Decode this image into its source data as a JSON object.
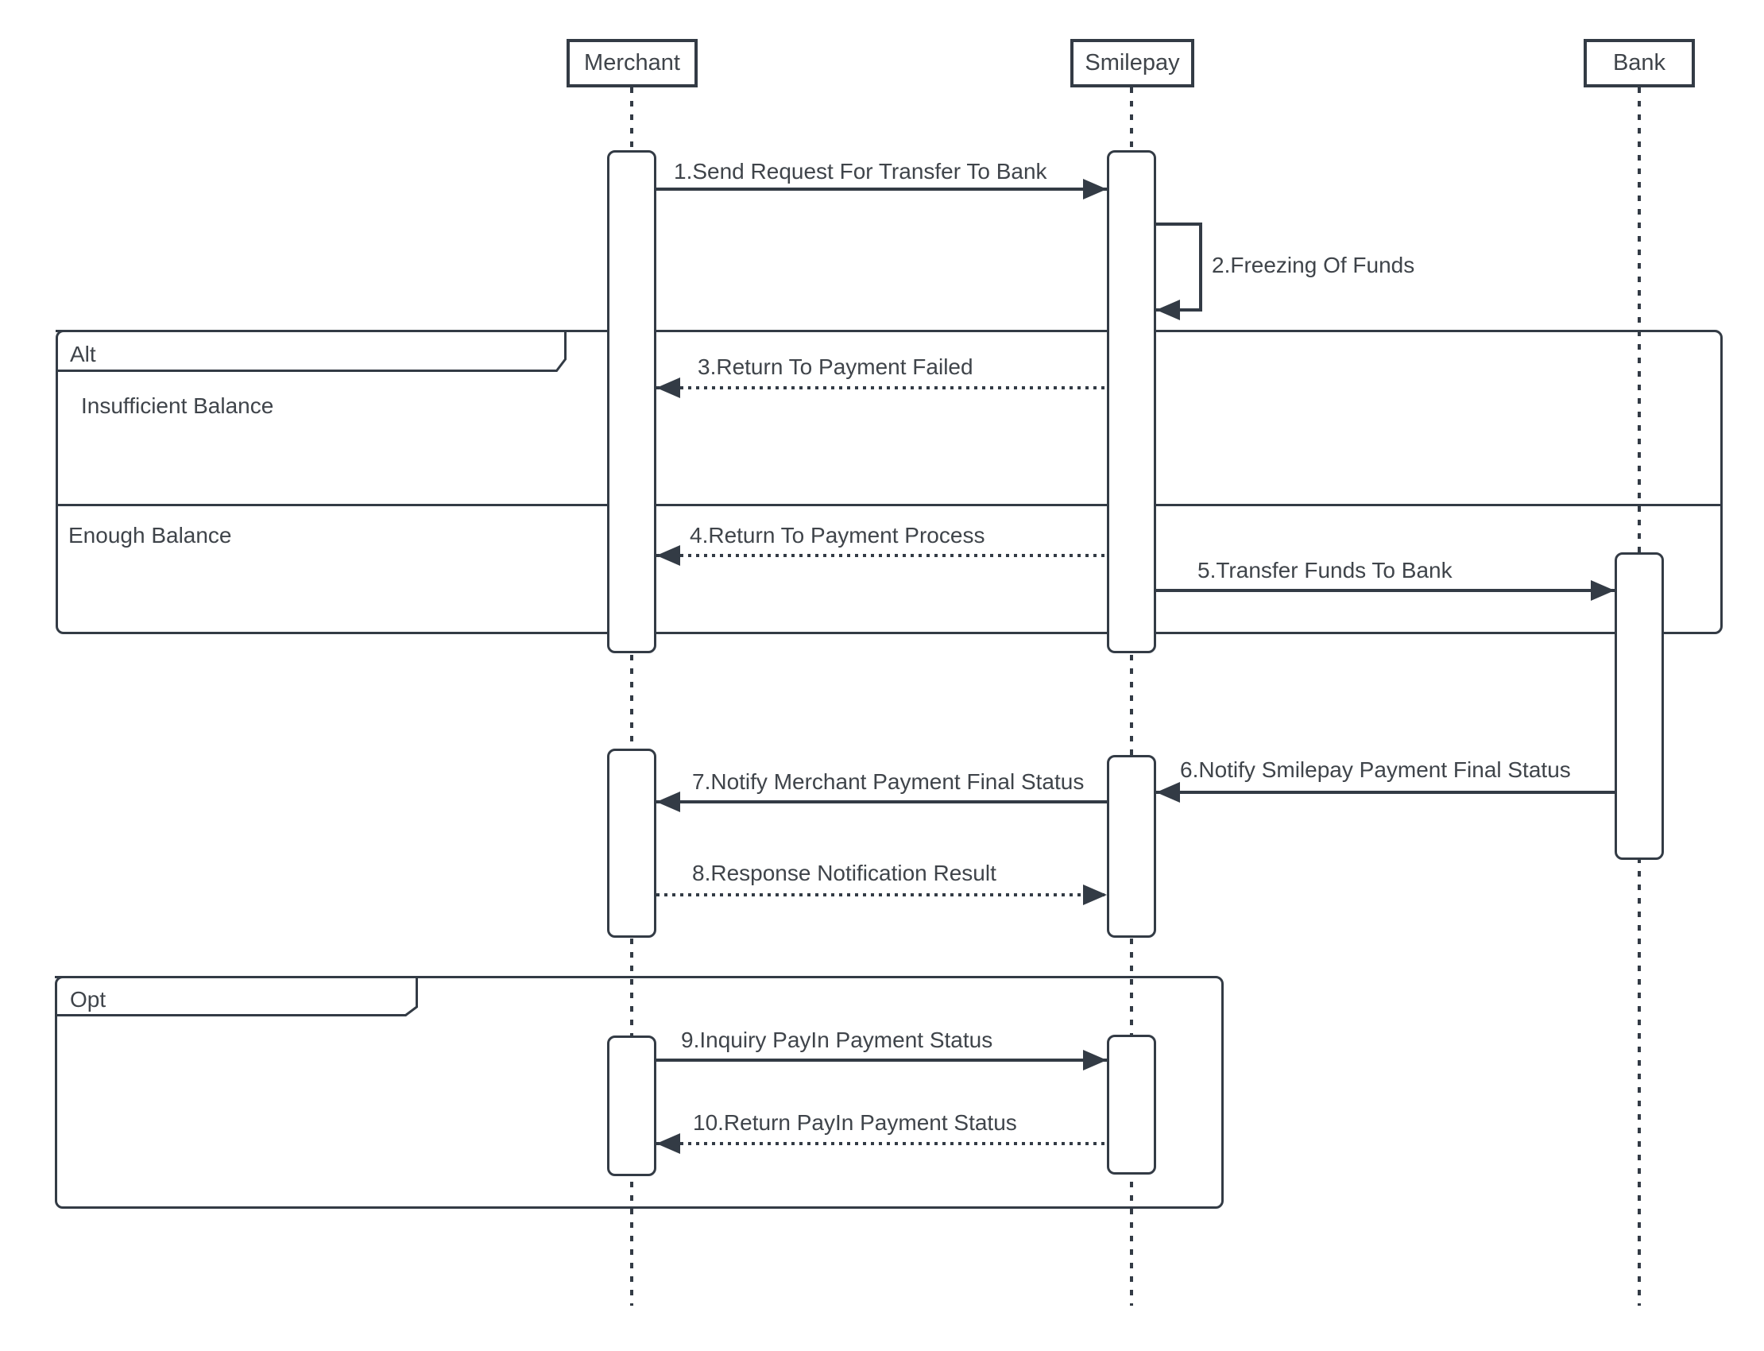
{
  "theme": {
    "line_color": "#333b45",
    "text_color": "#3f444a",
    "background_color": "#ffffff"
  },
  "diagram_type": "uml-sequence",
  "actors": [
    {
      "name": "Merchant"
    },
    {
      "name": "Smilepay"
    },
    {
      "name": "Bank"
    }
  ],
  "fragments": {
    "alt": {
      "label": "Alt",
      "sections": [
        {
          "label": "Insufficient Balance"
        },
        {
          "label": "Enough Balance"
        }
      ]
    },
    "opt": {
      "label": "Opt"
    }
  },
  "messages": [
    {
      "num": 1,
      "label": "1.Send Request For Transfer To Bank",
      "from": "Merchant",
      "to": "Smilepay",
      "style": "solid"
    },
    {
      "num": 2,
      "label": "2.Freezing Of Funds",
      "from": "Smilepay",
      "to": "Smilepay",
      "style": "self"
    },
    {
      "num": 3,
      "label": "3.Return To Payment Failed",
      "from": "Smilepay",
      "to": "Merchant",
      "style": "dashed"
    },
    {
      "num": 4,
      "label": "4.Return To Payment Process",
      "from": "Smilepay",
      "to": "Merchant",
      "style": "dashed"
    },
    {
      "num": 5,
      "label": "5.Transfer Funds To Bank",
      "from": "Smilepay",
      "to": "Bank",
      "style": "solid"
    },
    {
      "num": 6,
      "label": "6.Notify Smilepay Payment Final Status",
      "from": "Bank",
      "to": "Smilepay",
      "style": "solid"
    },
    {
      "num": 7,
      "label": "7.Notify Merchant Payment Final Status",
      "from": "Smilepay",
      "to": "Merchant",
      "style": "solid"
    },
    {
      "num": 8,
      "label": "8.Response Notification Result",
      "from": "Merchant",
      "to": "Smilepay",
      "style": "dashed"
    },
    {
      "num": 9,
      "label": "9.Inquiry PayIn Payment Status",
      "from": "Merchant",
      "to": "Smilepay",
      "style": "solid"
    },
    {
      "num": 10,
      "label": "10.Return PayIn Payment Status",
      "from": "Smilepay",
      "to": "Merchant",
      "style": "dashed"
    }
  ]
}
